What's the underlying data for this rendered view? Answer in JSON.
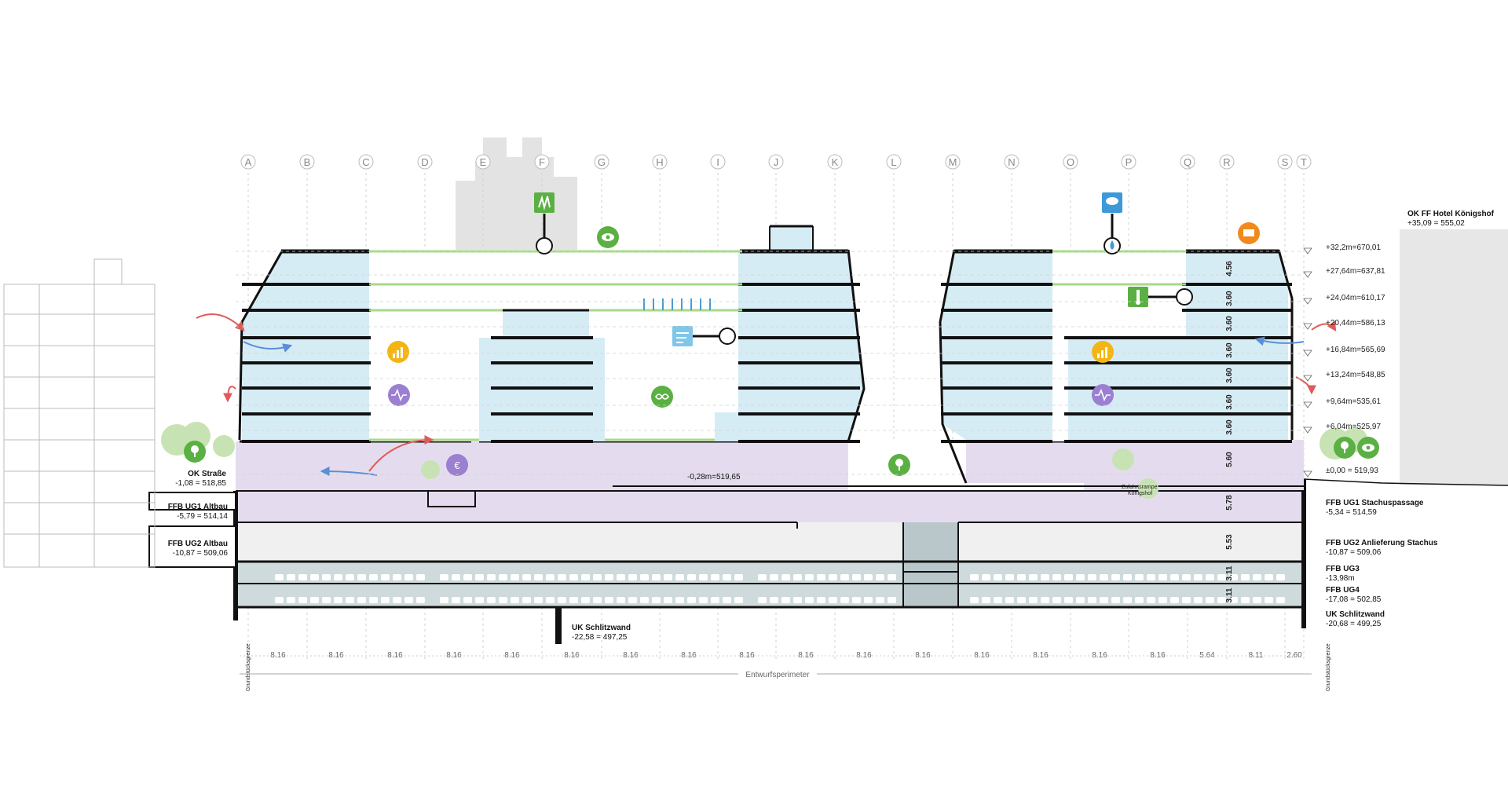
{
  "axes": [
    "A",
    "B",
    "C",
    "D",
    "E",
    "F",
    "G",
    "H",
    "I",
    "J",
    "K",
    "L",
    "M",
    "N",
    "O",
    "P",
    "Q",
    "R",
    "S",
    "T"
  ],
  "levels_right": [
    "+32,2m=670,01",
    "+27,64m=637,81",
    "+24,04m=610,17",
    "+20,44m=586,13",
    "+16,84m=565,69",
    "+13,24m=548,85",
    "+9,64m=535,61",
    "+6,04m=525,97",
    "±0,00 = 519,93"
  ],
  "floor_heights": [
    "4.56",
    "3.60",
    "3.60",
    "3.60",
    "3.60",
    "3.60",
    "3.60",
    "5.60",
    "5.78",
    "5.53",
    "3.11",
    "3.11"
  ],
  "labels": {
    "hotel_top": "OK FF Hotel Königshof",
    "hotel_top_value": "+35,09 = 555,02",
    "ok_strasse": "OK Straße",
    "ok_strasse_value": "-1,08 = 518,85",
    "ug1_altbau": "FFB UG1 Altbau",
    "ug1_altbau_value": "-5,79 = 514,14",
    "ug2_altbau": "FFB UG2 Altbau",
    "ug2_altbau_value": "-10,87 = 509,06",
    "uk_schlitzwand_mid": "UK Schlitzwand",
    "uk_schlitzwand_mid_value": "-22,58 = 497,25",
    "mid_level": "-0,28m=519,65",
    "zufahrt": "Zufahrtsrampe",
    "zufahrt_2": "Königshof",
    "ug1_stachus": "FFB UG1 Stachuspassage",
    "ug1_stachus_value": "-5,34 = 514,59",
    "ug2_stachus": "FFB UG2 Anlieferung Stachus",
    "ug2_stachus_value": "-10,87 = 509,06",
    "ug3": "FFB UG3",
    "ug3_value": "-13,98m",
    "ug4": "FFB UG4",
    "ug4_value": "-17,08 = 502,85",
    "uk_schlitzwand_right": "UK Schlitzwand",
    "uk_schlitzwand_right_value": "-20,68 = 499,25",
    "perimeter": "Entwurfsperimeter",
    "grundstueck": "Grundstücksgrenze"
  },
  "grid_dims": [
    "8.16",
    "8.16",
    "8.16",
    "8.16",
    "8.16",
    "8.16",
    "8.16",
    "8.16",
    "8.16",
    "8.16",
    "8.16",
    "8.16",
    "8.16",
    "8.16",
    "8.16",
    "8.16",
    "5.64",
    "8.11",
    "2.60"
  ],
  "icons": {
    "grass": "grass-icon",
    "eye": "eye-icon",
    "rain": "rain-cloud-icon",
    "solar": "solar-energy-icon",
    "thermo": "thermometer-icon",
    "wind": "wind-icon",
    "chart": "growth-chart-icon",
    "pulse": "health-pulse-icon",
    "infinity": "circular-economy-icon",
    "tree": "tree-icon",
    "energy": "energy-icon"
  },
  "colors": {
    "office": "#d6ecf5",
    "ground": "#e4dcee",
    "parking": "#cfdadd",
    "basement": "#ececec",
    "green": "#5bb043",
    "yellow": "#f3b514",
    "purple": "#9b7fd1",
    "orange": "#f08a1c",
    "blue": "#3d9ad6"
  }
}
